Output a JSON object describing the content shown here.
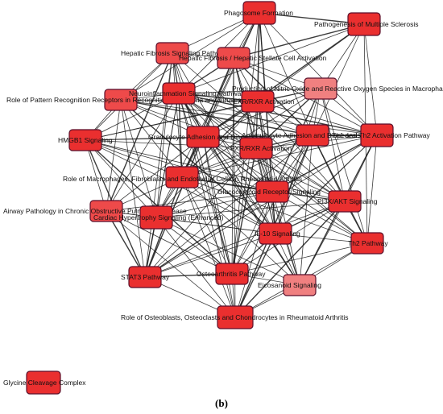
{
  "caption": "(b)",
  "colors": {
    "edge": "#1a1a1a",
    "node_stroke": "#5a0f2a",
    "node_fill_strong": "#ea2f2f",
    "node_fill_medium": "#ee4a4a",
    "node_fill_light": "#f08080"
  },
  "nodes": [
    {
      "id": "phagosome",
      "label": "Phagosome Formation",
      "shade": "strong"
    },
    {
      "id": "ms",
      "label": "Pathogenesis of Multiple Sclerosis",
      "shade": "strong"
    },
    {
      "id": "hepfib",
      "label": "Hepatic Fibrosis Signaling Pathway",
      "shade": "medium"
    },
    {
      "id": "hsc",
      "label": "Hepatic Fibrosis / Hepatic Stellate Cell Activation",
      "shade": "medium"
    },
    {
      "id": "prr",
      "label": "Role of Pattern Recognition Receptors in Recognition of Bacteria and Viruses",
      "shade": "medium"
    },
    {
      "id": "neuroinflam",
      "label": "Neuroinflammation Signaling Pathway",
      "shade": "strong"
    },
    {
      "id": "nitric",
      "label": "Production of Nitric Oxide and Reactive Oxygen Species in Macrophages",
      "shade": "light"
    },
    {
      "id": "lxr",
      "label": "LXR/RXR Activation",
      "shade": "strong"
    },
    {
      "id": "th1th2",
      "label": "Th1 and Th2 Activation Pathway",
      "shade": "strong"
    },
    {
      "id": "hmgb1",
      "label": "HMGB1 Signaling",
      "shade": "strong"
    },
    {
      "id": "granulocyte",
      "label": "Granulocyte Adhesion and Diapedesis",
      "shade": "strong"
    },
    {
      "id": "agranulocyte",
      "label": "Agranulocyte Adhesion and Diapedesis",
      "shade": "strong"
    },
    {
      "id": "fxr",
      "label": "FXR/RXR Activation",
      "shade": "strong"
    },
    {
      "id": "macrophages",
      "label": "Role of Macrophages, Fibroblasts and Endothelial Cells in Rheumatoid Arthritis",
      "shade": "strong"
    },
    {
      "id": "glucocorticoid",
      "label": "Glucocorticoid Receptor Signaling",
      "shade": "strong"
    },
    {
      "id": "airway",
      "label": "Airway Pathology in Chronic Obstructive Pulmonary Disease",
      "shade": "medium"
    },
    {
      "id": "cardiac",
      "label": "Cardiac Hypertrophy Signaling (Enhanced)",
      "shade": "strong"
    },
    {
      "id": "pi3k",
      "label": "PI3K/AKT Signaling",
      "shade": "strong"
    },
    {
      "id": "il10",
      "label": "IL-10 Signaling",
      "shade": "strong"
    },
    {
      "id": "th2",
      "label": "Th2 Pathway",
      "shade": "strong"
    },
    {
      "id": "osteoarthritis",
      "label": "Osteoarthritis Pathway",
      "shade": "strong"
    },
    {
      "id": "eicosanoid",
      "label": "Eicosanoid Signaling",
      "shade": "light"
    },
    {
      "id": "stat3",
      "label": "STAT3 Pathway",
      "shade": "strong"
    },
    {
      "id": "osteoblasts",
      "label": "Role of Osteoblasts, Osteoclasts and Chondrocytes in Rheumatoid Arthritis",
      "shade": "strong"
    },
    {
      "id": "glycine",
      "label": "Glycine Cleavage Complex",
      "shade": "strong"
    }
  ],
  "edges": [
    [
      "phagosome",
      "ms"
    ],
    [
      "phagosome",
      "hepfib"
    ],
    [
      "phagosome",
      "hsc"
    ],
    [
      "phagosome",
      "prr"
    ],
    [
      "phagosome",
      "neuroinflam"
    ],
    [
      "phagosome",
      "lxr"
    ],
    [
      "phagosome",
      "th1th2"
    ],
    [
      "phagosome",
      "granulocyte"
    ],
    [
      "phagosome",
      "agranulocyte"
    ],
    [
      "phagosome",
      "fxr"
    ],
    [
      "phagosome",
      "glucocorticoid"
    ],
    [
      "phagosome",
      "il10"
    ],
    [
      "phagosome",
      "osteoarthritis"
    ],
    [
      "phagosome",
      "cardiac"
    ],
    [
      "phagosome",
      "macrophages"
    ],
    [
      "ms",
      "hsc"
    ],
    [
      "ms",
      "nitric"
    ],
    [
      "ms",
      "th1th2"
    ],
    [
      "ms",
      "agranulocyte"
    ],
    [
      "ms",
      "th2"
    ],
    [
      "ms",
      "granulocyte"
    ],
    [
      "ms",
      "lxr"
    ],
    [
      "ms",
      "neuroinflam"
    ],
    [
      "hepfib",
      "hsc"
    ],
    [
      "hepfib",
      "prr"
    ],
    [
      "hepfib",
      "neuroinflam"
    ],
    [
      "hepfib",
      "hmgb1"
    ],
    [
      "hepfib",
      "granulocyte"
    ],
    [
      "hepfib",
      "cardiac"
    ],
    [
      "hepfib",
      "stat3"
    ],
    [
      "hepfib",
      "airway"
    ],
    [
      "hepfib",
      "macrophages"
    ],
    [
      "hepfib",
      "osteoarthritis"
    ],
    [
      "hepfib",
      "il10"
    ],
    [
      "hepfib",
      "pi3k"
    ],
    [
      "hsc",
      "neuroinflam"
    ],
    [
      "hsc",
      "nitric"
    ],
    [
      "hsc",
      "lxr"
    ],
    [
      "hsc",
      "fxr"
    ],
    [
      "hsc",
      "granulocyte"
    ],
    [
      "hsc",
      "agranulocyte"
    ],
    [
      "hsc",
      "glucocorticoid"
    ],
    [
      "hsc",
      "il10"
    ],
    [
      "hsc",
      "osteoarthritis"
    ],
    [
      "hsc",
      "osteoblasts"
    ],
    [
      "hsc",
      "macrophages"
    ],
    [
      "hsc",
      "th1th2"
    ],
    [
      "prr",
      "neuroinflam"
    ],
    [
      "prr",
      "hmgb1"
    ],
    [
      "prr",
      "granulocyte"
    ],
    [
      "prr",
      "agranulocyte"
    ],
    [
      "prr",
      "airway"
    ],
    [
      "prr",
      "cardiac"
    ],
    [
      "prr",
      "lxr"
    ],
    [
      "prr",
      "fxr"
    ],
    [
      "prr",
      "il10"
    ],
    [
      "prr",
      "stat3"
    ],
    [
      "prr",
      "th1th2"
    ],
    [
      "prr",
      "macrophages"
    ],
    [
      "neuroinflam",
      "nitric"
    ],
    [
      "neuroinflam",
      "lxr"
    ],
    [
      "neuroinflam",
      "hmgb1"
    ],
    [
      "neuroinflam",
      "granulocyte"
    ],
    [
      "neuroinflam",
      "agranulocyte"
    ],
    [
      "neuroinflam",
      "fxr"
    ],
    [
      "neuroinflam",
      "macrophages"
    ],
    [
      "neuroinflam",
      "glucocorticoid"
    ],
    [
      "neuroinflam",
      "cardiac"
    ],
    [
      "neuroinflam",
      "pi3k"
    ],
    [
      "neuroinflam",
      "il10"
    ],
    [
      "neuroinflam",
      "th1th2"
    ],
    [
      "neuroinflam",
      "th2"
    ],
    [
      "neuroinflam",
      "osteoarthritis"
    ],
    [
      "neuroinflam",
      "stat3"
    ],
    [
      "neuroinflam",
      "osteoblasts"
    ],
    [
      "neuroinflam",
      "eicosanoid"
    ],
    [
      "neuroinflam",
      "airway"
    ],
    [
      "nitric",
      "lxr"
    ],
    [
      "nitric",
      "th1th2"
    ],
    [
      "nitric",
      "agranulocyte"
    ],
    [
      "nitric",
      "fxr"
    ],
    [
      "nitric",
      "granulocyte"
    ],
    [
      "nitric",
      "pi3k"
    ],
    [
      "nitric",
      "il10"
    ],
    [
      "nitric",
      "macrophages"
    ],
    [
      "nitric",
      "glucocorticoid"
    ],
    [
      "nitric",
      "th2"
    ],
    [
      "nitric",
      "hmgb1"
    ],
    [
      "lxr",
      "fxr"
    ],
    [
      "lxr",
      "agranulocyte"
    ],
    [
      "lxr",
      "granulocyte"
    ],
    [
      "lxr",
      "th1th2"
    ],
    [
      "lxr",
      "glucocorticoid"
    ],
    [
      "lxr",
      "il10"
    ],
    [
      "lxr",
      "hmgb1"
    ],
    [
      "lxr",
      "macrophages"
    ],
    [
      "lxr",
      "osteoarthritis"
    ],
    [
      "lxr",
      "pi3k"
    ],
    [
      "lxr",
      "cardiac"
    ],
    [
      "lxr",
      "eicosanoid"
    ],
    [
      "th1th2",
      "agranulocyte"
    ],
    [
      "th1th2",
      "fxr"
    ],
    [
      "th1th2",
      "pi3k"
    ],
    [
      "th1th2",
      "th2"
    ],
    [
      "th1th2",
      "il10"
    ],
    [
      "th1th2",
      "glucocorticoid"
    ],
    [
      "th1th2",
      "granulocyte"
    ],
    [
      "th1th2",
      "osteoarthritis"
    ],
    [
      "th1th2",
      "stat3"
    ],
    [
      "th1th2",
      "macrophages"
    ],
    [
      "th1th2",
      "eicosanoid"
    ],
    [
      "hmgb1",
      "granulocyte"
    ],
    [
      "hmgb1",
      "macrophages"
    ],
    [
      "hmgb1",
      "airway"
    ],
    [
      "hmgb1",
      "cardiac"
    ],
    [
      "hmgb1",
      "stat3"
    ],
    [
      "hmgb1",
      "fxr"
    ],
    [
      "hmgb1",
      "agranulocyte"
    ],
    [
      "hmgb1",
      "glucocorticoid"
    ],
    [
      "hmgb1",
      "il10"
    ],
    [
      "hmgb1",
      "osteoarthritis"
    ],
    [
      "hmgb1",
      "pi3k"
    ],
    [
      "granulocyte",
      "agranulocyte"
    ],
    [
      "granulocyte",
      "fxr"
    ],
    [
      "granulocyte",
      "macrophages"
    ],
    [
      "granulocyte",
      "glucocorticoid"
    ],
    [
      "granulocyte",
      "cardiac"
    ],
    [
      "granulocyte",
      "airway"
    ],
    [
      "granulocyte",
      "il10"
    ],
    [
      "granulocyte",
      "osteoarthritis"
    ],
    [
      "granulocyte",
      "stat3"
    ],
    [
      "granulocyte",
      "osteoblasts"
    ],
    [
      "granulocyte",
      "pi3k"
    ],
    [
      "granulocyte",
      "th2"
    ],
    [
      "granulocyte",
      "eicosanoid"
    ],
    [
      "agranulocyte",
      "fxr"
    ],
    [
      "agranulocyte",
      "macrophages"
    ],
    [
      "agranulocyte",
      "glucocorticoid"
    ],
    [
      "agranulocyte",
      "pi3k"
    ],
    [
      "agranulocyte",
      "il10"
    ],
    [
      "agranulocyte",
      "th2"
    ],
    [
      "agranulocyte",
      "osteoarthritis"
    ],
    [
      "agranulocyte",
      "cardiac"
    ],
    [
      "agranulocyte",
      "stat3"
    ],
    [
      "agranulocyte",
      "eicosanoid"
    ],
    [
      "agranulocyte",
      "osteoblasts"
    ],
    [
      "fxr",
      "glucocorticoid"
    ],
    [
      "fxr",
      "macrophages"
    ],
    [
      "fxr",
      "il10"
    ],
    [
      "fxr",
      "pi3k"
    ],
    [
      "fxr",
      "osteoarthritis"
    ],
    [
      "fxr",
      "cardiac"
    ],
    [
      "fxr",
      "th2"
    ],
    [
      "fxr",
      "eicosanoid"
    ],
    [
      "fxr",
      "stat3"
    ],
    [
      "macrophages",
      "glucocorticoid"
    ],
    [
      "macrophages",
      "airway"
    ],
    [
      "macrophages",
      "cardiac"
    ],
    [
      "macrophages",
      "il10"
    ],
    [
      "macrophages",
      "osteoarthritis"
    ],
    [
      "macrophages",
      "stat3"
    ],
    [
      "macrophages",
      "osteoblasts"
    ],
    [
      "macrophages",
      "pi3k"
    ],
    [
      "macrophages",
      "eicosanoid"
    ],
    [
      "macrophages",
      "th2"
    ],
    [
      "glucocorticoid",
      "il10"
    ],
    [
      "glucocorticoid",
      "pi3k"
    ],
    [
      "glucocorticoid",
      "cardiac"
    ],
    [
      "glucocorticoid",
      "osteoarthritis"
    ],
    [
      "glucocorticoid",
      "th2"
    ],
    [
      "glucocorticoid",
      "stat3"
    ],
    [
      "glucocorticoid",
      "eicosanoid"
    ],
    [
      "glucocorticoid",
      "osteoblasts"
    ],
    [
      "glucocorticoid",
      "airway"
    ],
    [
      "airway",
      "cardiac"
    ],
    [
      "airway",
      "stat3"
    ],
    [
      "airway",
      "osteoarthritis"
    ],
    [
      "airway",
      "il10"
    ],
    [
      "airway",
      "osteoblasts"
    ],
    [
      "cardiac",
      "il10"
    ],
    [
      "cardiac",
      "stat3"
    ],
    [
      "cardiac",
      "osteoarthritis"
    ],
    [
      "cardiac",
      "pi3k"
    ],
    [
      "cardiac",
      "osteoblasts"
    ],
    [
      "cardiac",
      "eicosanoid"
    ],
    [
      "pi3k",
      "il10"
    ],
    [
      "pi3k",
      "th2"
    ],
    [
      "pi3k",
      "osteoarthritis"
    ],
    [
      "pi3k",
      "eicosanoid"
    ],
    [
      "pi3k",
      "stat3"
    ],
    [
      "pi3k",
      "osteoblasts"
    ],
    [
      "il10",
      "osteoarthritis"
    ],
    [
      "il10",
      "th2"
    ],
    [
      "il10",
      "eicosanoid"
    ],
    [
      "il10",
      "stat3"
    ],
    [
      "il10",
      "osteoblasts"
    ],
    [
      "th2",
      "osteoarthritis"
    ],
    [
      "th2",
      "eicosanoid"
    ],
    [
      "th2",
      "osteoblasts"
    ],
    [
      "osteoarthritis",
      "eicosanoid"
    ],
    [
      "osteoarthritis",
      "stat3"
    ],
    [
      "osteoarthritis",
      "osteoblasts"
    ],
    [
      "eicosanoid",
      "osteoblasts"
    ],
    [
      "stat3",
      "osteoblasts"
    ]
  ]
}
